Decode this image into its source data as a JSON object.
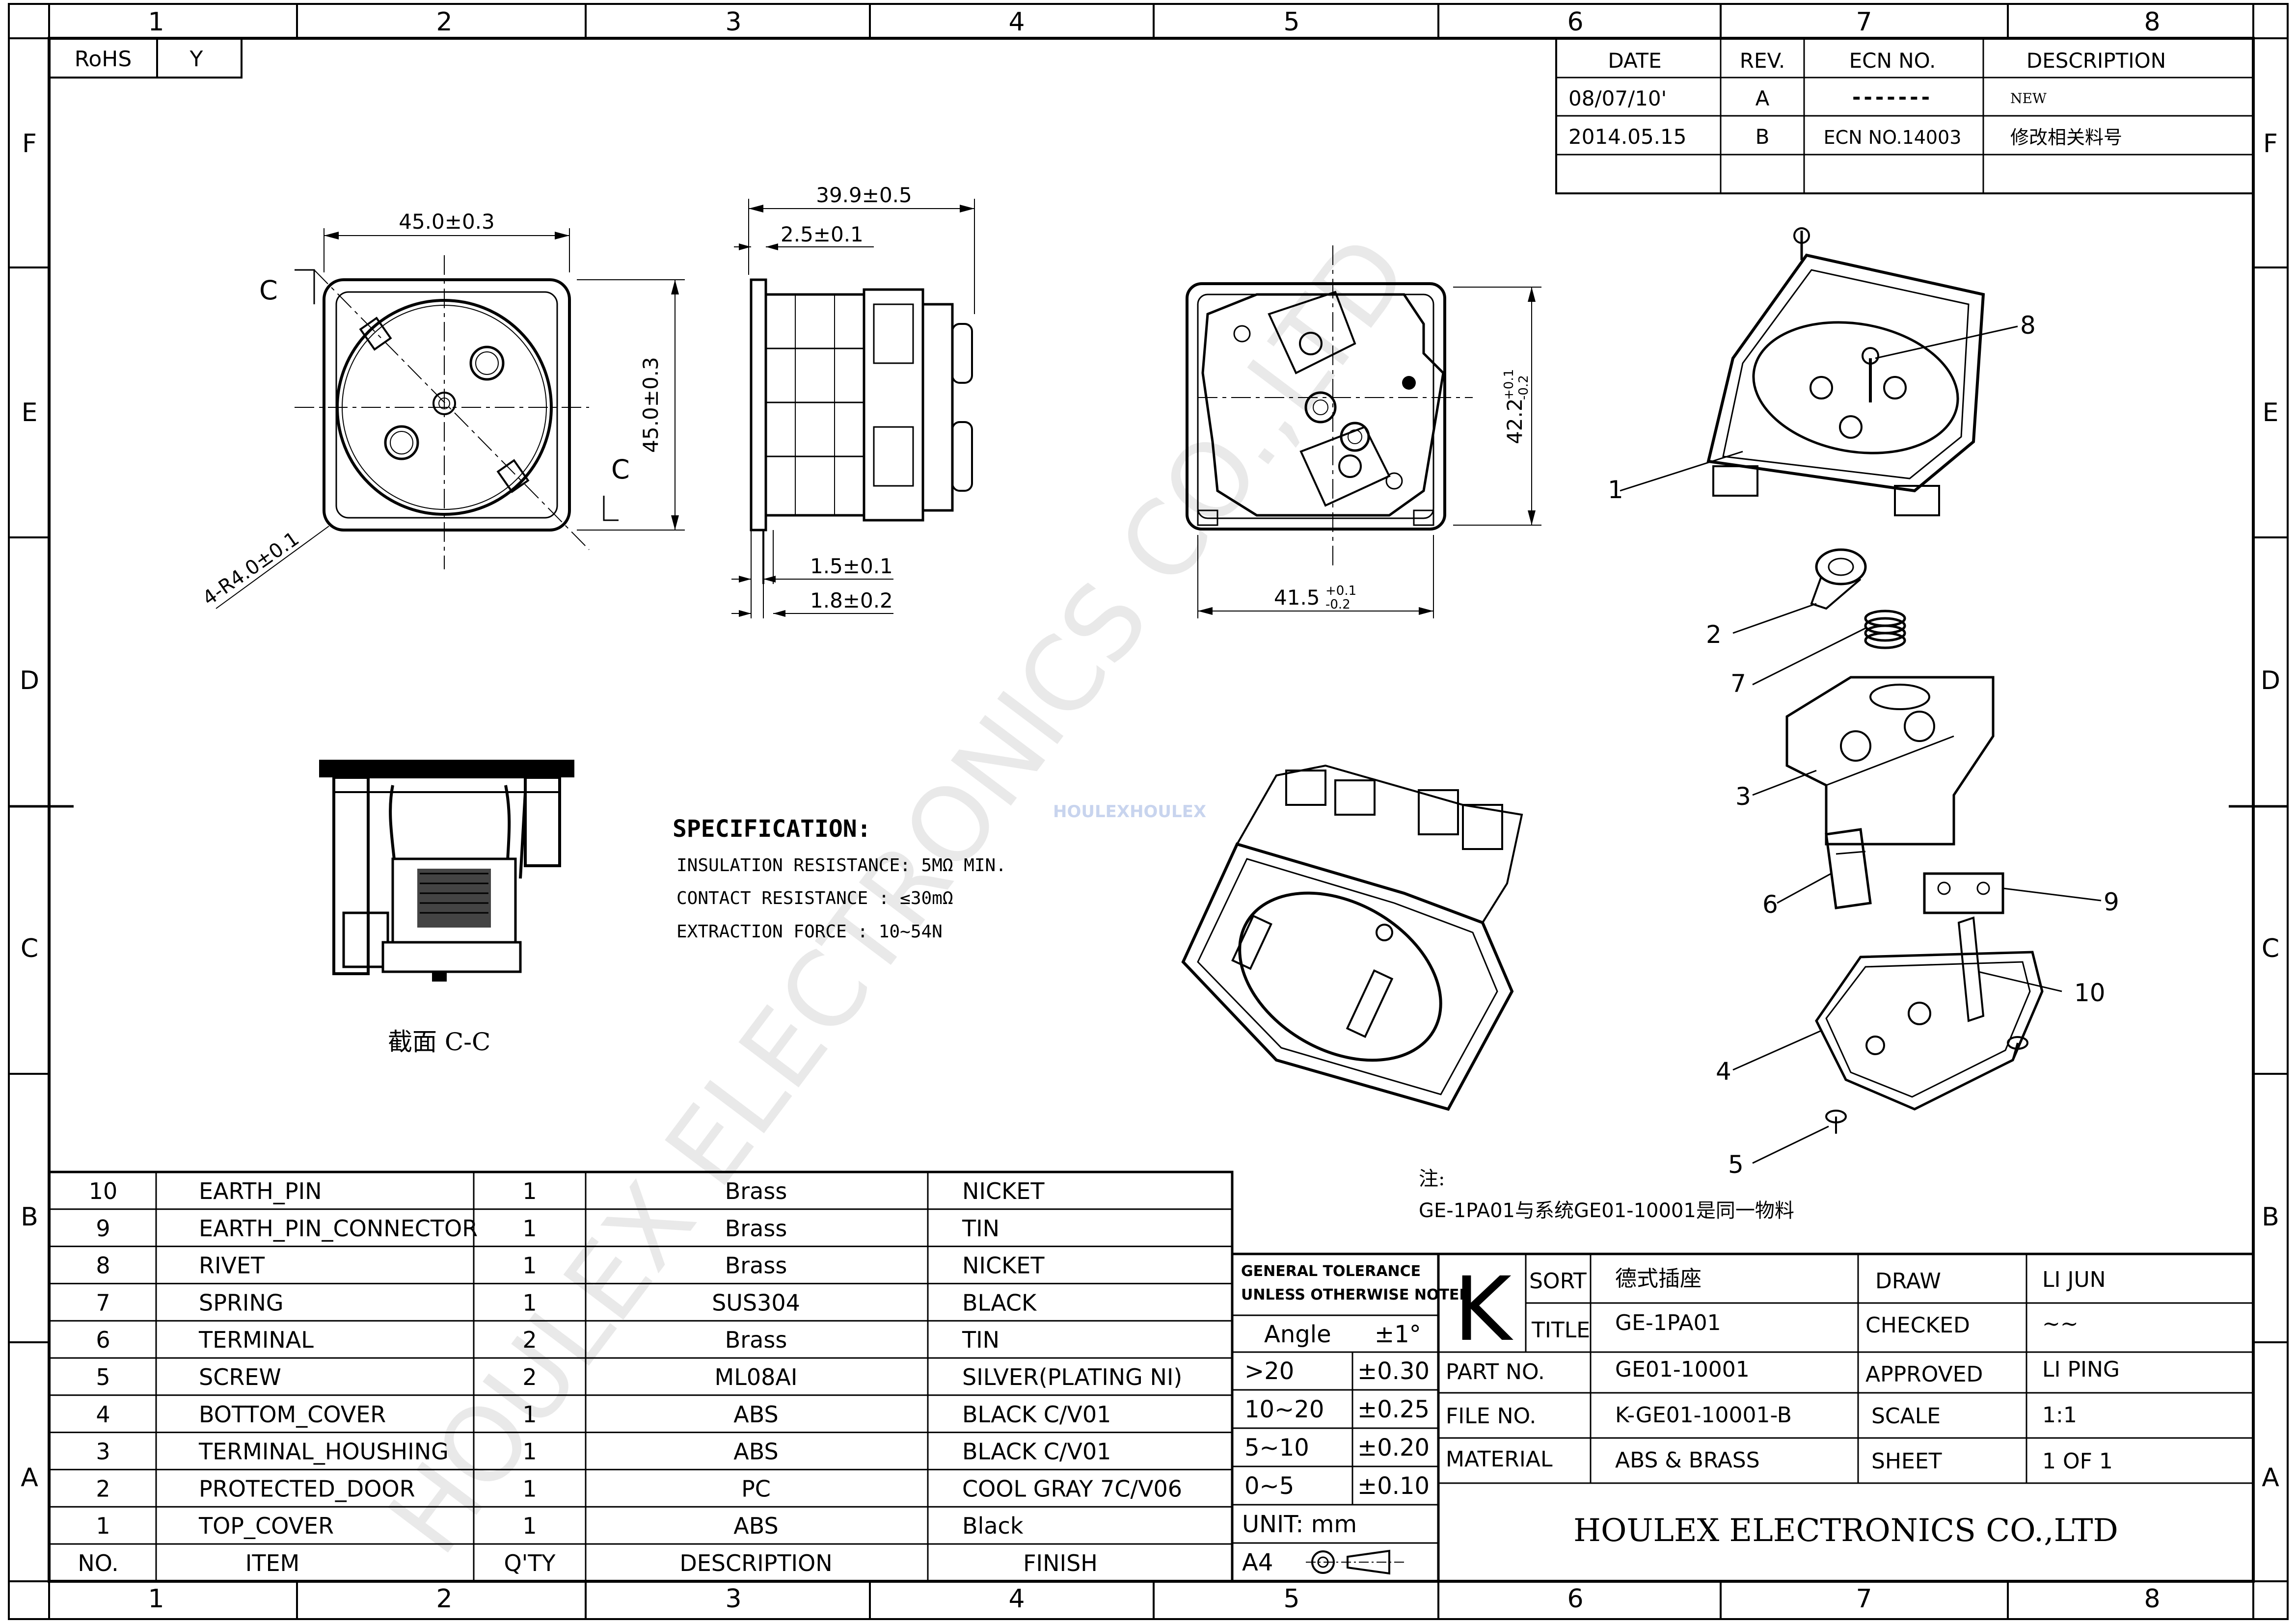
{
  "border": {
    "columns": [
      "1",
      "2",
      "3",
      "4",
      "5",
      "6",
      "7",
      "8"
    ],
    "rows": [
      "F",
      "E",
      "D",
      "C",
      "B",
      "A"
    ]
  },
  "rohs": {
    "label": "RoHS",
    "value": "Y"
  },
  "revision_table": {
    "headers": [
      "DATE",
      "REV.",
      "ECN NO.",
      "DESCRIPTION"
    ],
    "rows": [
      [
        "08/07/10'",
        "A",
        "-------",
        "NEW"
      ],
      [
        "2014.05.15",
        "B",
        "ECN NO.14003",
        "修改相关料号"
      ],
      [
        "",
        "",
        "",
        ""
      ]
    ]
  },
  "front_view": {
    "width_dim": "45.0±0.3",
    "height_dim": "45.0±0.3",
    "radius_dim": "4-R4.0±0.1",
    "section_mark_top": "C",
    "section_mark_bottom": "C"
  },
  "side_view": {
    "depth_dim": "39.9±0.5",
    "flange_dim": "2.5±0.1",
    "dim_a": "1.5±0.1",
    "dim_b": "1.8±0.2"
  },
  "rear_view": {
    "height_dim": "42.2",
    "height_tol_upper": "+0.1",
    "height_tol_lower": "-0.2",
    "width_dim": "41.5",
    "width_tol_upper": "+0.1",
    "width_tol_lower": "-0.2"
  },
  "section_view": {
    "label": "截面  C-C"
  },
  "specification": {
    "title": "SPECIFICATION:",
    "lines": [
      "INSULATION RESISTANCE: 5MΩ  MIN.",
      "CONTACT RESISTANCE   : ≤30mΩ",
      "EXTRACTION FORCE     : 10~54N"
    ]
  },
  "watermark": {
    "big": "HOULEX ELECTRONICS CO.,LTD",
    "small": "HOULEXHOULEX"
  },
  "exploded_view": {
    "callouts": [
      "1",
      "2",
      "3",
      "4",
      "5",
      "6",
      "7",
      "8",
      "9",
      "10"
    ]
  },
  "note": {
    "label": "注:",
    "text": "GE-1PA01与系统GE01-10001是同一物料"
  },
  "bom": {
    "headers": [
      "NO.",
      "ITEM",
      "Q'TY",
      "DESCRIPTION",
      "FINISH"
    ],
    "rows": [
      [
        "10",
        "EARTH_PIN",
        "1",
        "Brass",
        "NICKET"
      ],
      [
        "9",
        "EARTH_PIN_CONNECTOR",
        "1",
        "Brass",
        "TIN"
      ],
      [
        "8",
        "RIVET",
        "1",
        "Brass",
        "NICKET"
      ],
      [
        "7",
        "SPRING",
        "1",
        "SUS304",
        "BLACK"
      ],
      [
        "6",
        "TERMINAL",
        "2",
        "Brass",
        "TIN"
      ],
      [
        "5",
        "SCREW",
        "2",
        "ML08AI",
        "SILVER(PLATING NI)"
      ],
      [
        "4",
        "BOTTOM_COVER",
        "1",
        "ABS",
        "BLACK C/V01"
      ],
      [
        "3",
        "TERMINAL_HOUSHING",
        "1",
        "ABS",
        "BLACK C/V01"
      ],
      [
        "2",
        "PROTECTED_DOOR",
        "1",
        "PC",
        "COOL GRAY 7C/V06"
      ],
      [
        "1",
        "TOP_COVER",
        "1",
        "ABS",
        "Black"
      ]
    ]
  },
  "tolerance": {
    "title_line1": "GENERAL TOLERANCE",
    "title_line2": "UNLESS OTHERWISE NOTED",
    "angle_label": "Angle",
    "angle_value": "±1°",
    "rows": [
      [
        ">20",
        "±0.30"
      ],
      [
        "10~20",
        "±0.25"
      ],
      [
        "5~10",
        "±0.20"
      ],
      [
        "0~5",
        "±0.10"
      ]
    ],
    "unit": "UNIT:  mm",
    "paper": "A4"
  },
  "title_block": {
    "logo": "K",
    "sort_label": "SORT",
    "sort_value": "德式插座",
    "title_label": "TITLE",
    "title_value": "GE-1PA01",
    "part_label": "PART  NO.",
    "part_value": "GE01-10001",
    "file_label": "FILE   NO.",
    "file_value": "K-GE01-10001-B",
    "material_label": "MATERIAL",
    "material_value": "ABS & BRASS",
    "draw_label": "DRAW",
    "draw_value": "LI JUN",
    "checked_label": "CHECKED",
    "checked_value": "~~",
    "approved_label": "APPROVED",
    "approved_value": "LI PING",
    "scale_label": "SCALE",
    "scale_value": "1:1",
    "sheet_label": "SHEET",
    "sheet_value": "1  OF  1",
    "company": "HOULEX ELECTRONICS CO.,LTD"
  }
}
